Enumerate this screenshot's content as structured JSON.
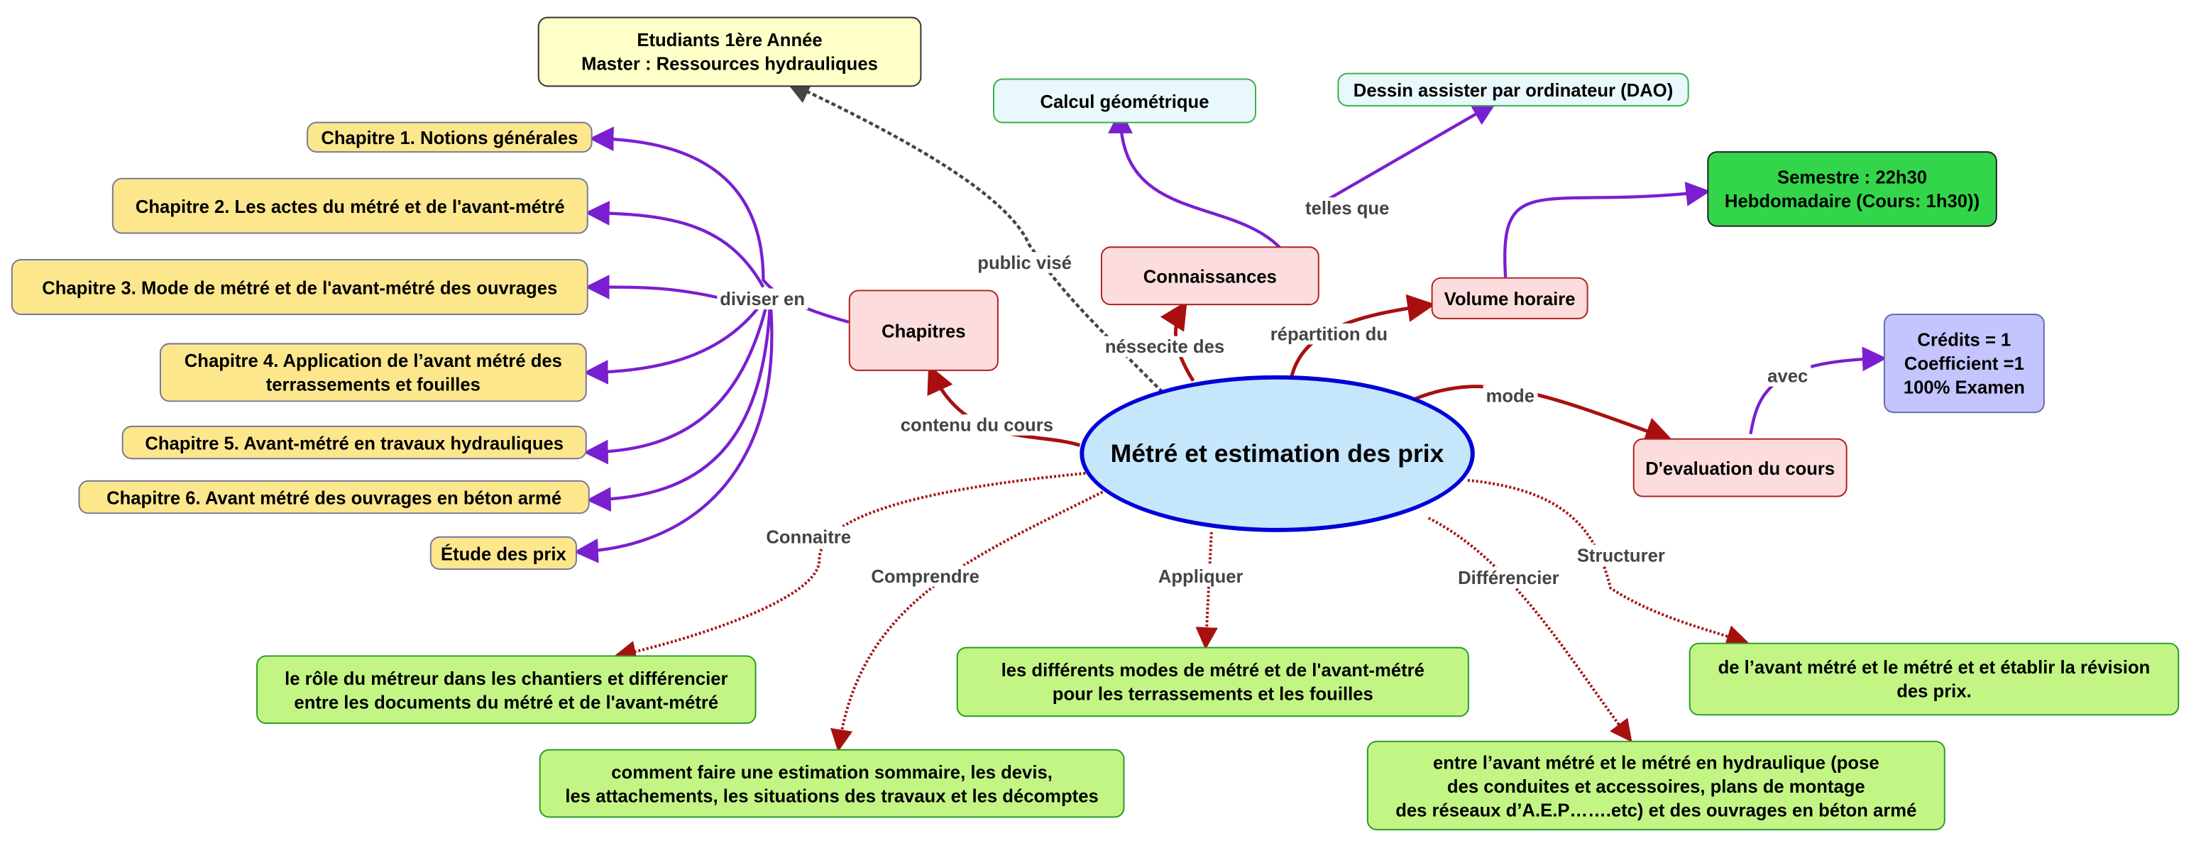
{
  "central": "Métré et estimation des prix",
  "public": {
    "text": "Etudiants 1ère Année\nMaster : Ressources hydrauliques",
    "link": "public visé"
  },
  "chapitres": {
    "label": "Chapitres",
    "link": "contenu du cours",
    "divider": "diviser en",
    "items": [
      "Chapitre 1. Notions générales",
      "Chapitre 2. Les actes du métré et de l'avant-métré",
      "Chapitre 3. Mode de métré et de l'avant-métré des ouvrages",
      "Chapitre 4. Application de l’avant métré des\nterrassements et fouilles",
      "Chapitre 5. Avant-métré en travaux hydrauliques",
      "Chapitre 6. Avant métré des ouvrages en béton armé",
      "Étude des prix"
    ]
  },
  "connaissances": {
    "label": "Connaissances",
    "link": "néssecite des",
    "sub_link": "telles que",
    "items": [
      "Calcul géométrique",
      "Dessin assister par ordinateur (DAO)"
    ]
  },
  "volume": {
    "label": "Volume horaire",
    "link": "répartition du",
    "detail": "Semestre : 22h30\nHebdomadaire (Cours: 1h30))"
  },
  "evaluation": {
    "label": "D'evaluation du cours",
    "link": "mode",
    "sub_link": "avec",
    "detail": "Crédits = 1\nCoefficient =1\n100% Examen"
  },
  "objectives": [
    {
      "verb": "Connaitre",
      "text": "le rôle du métreur dans les chantiers et différencier\nentre les  documents du métré et de l'avant-métré"
    },
    {
      "verb": "Comprendre",
      "text": "comment faire une estimation sommaire, les devis,\nles attachements, les situations des travaux et les décomptes"
    },
    {
      "verb": "Appliquer",
      "text": "les différents modes de métré et de l'avant-métré\npour les terrassements et les fouilles"
    },
    {
      "verb": "Différencier",
      "text": "entre l’avant métré et le métré en hydraulique (pose\ndes conduites et accessoires, plans de montage\ndes réseaux d’A.E.P…….etc) et  des ouvrages en béton armé"
    },
    {
      "verb": "Structurer",
      "text": "de l’avant métré et le métré et et établir la révision\ndes prix."
    }
  ],
  "colors": {
    "purple": "#7a1fd0",
    "red": "#a81010",
    "blue": "#0000d8"
  }
}
